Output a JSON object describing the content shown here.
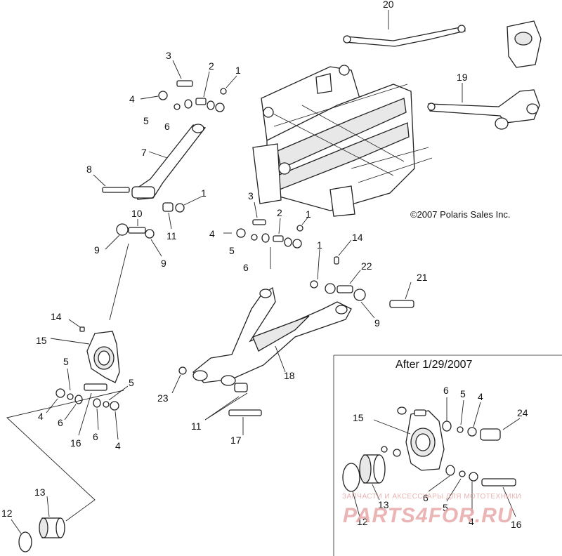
{
  "copyright": "©2007 Polaris Sales Inc.",
  "inset": {
    "title": "After 1/29/2007"
  },
  "watermark": {
    "line1": "ЗАПЧАСТИ И АКСЕССУАРЫ ДЛЯ МОТОТЕХНИКИ",
    "line2": "PARTS4FOR.RU"
  },
  "callouts": {
    "c20": "20",
    "c3a": "3",
    "c2a": "2",
    "c1a": "1",
    "c4a": "4",
    "c5a": "5",
    "c6a": "6",
    "c19": "19",
    "c7": "7",
    "c8": "8",
    "c1b": "1",
    "c10": "10",
    "c11a": "11",
    "c9a": "9",
    "c9b": "9",
    "c3b": "3",
    "c2b": "2",
    "c1c": "1",
    "c4b": "4",
    "c5b": "5",
    "c6b": "6",
    "c14a": "14",
    "c1d": "1",
    "c22": "22",
    "c21": "21",
    "c9c": "9",
    "c14b": "14",
    "c15a": "15",
    "c5c": "5",
    "c5d": "5",
    "c4c": "4",
    "c6c": "6",
    "c16a": "16",
    "c6d": "6",
    "c4d": "4",
    "c18": "18",
    "c23": "23",
    "c11b": "11",
    "c17": "17",
    "c13a": "13",
    "c12a": "12",
    "c6e": "6",
    "c5e": "5",
    "c4e": "4",
    "c24": "24",
    "c15b": "15",
    "c13b": "13",
    "c12b": "12",
    "c6f": "6",
    "c5f": "5",
    "c4f": "4",
    "c16b": "16"
  }
}
